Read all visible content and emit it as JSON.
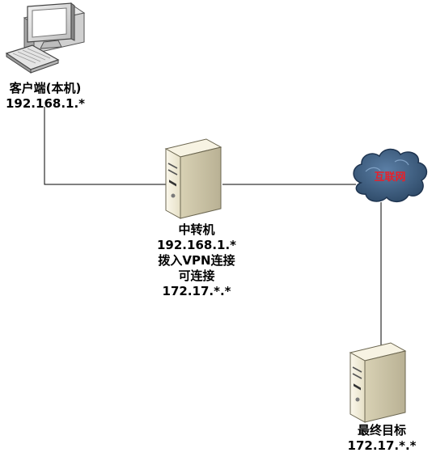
{
  "nodes": {
    "client": {
      "icon": "desktop-computer-icon",
      "lines": [
        "客户端(本机)",
        "192.168.1.*"
      ]
    },
    "relay": {
      "icon": "server-tower-icon",
      "lines": [
        "中转机",
        "192.168.1.*",
        "拨入VPN连接",
        "可连接",
        "172.17.*.*"
      ]
    },
    "internet": {
      "icon": "cloud-icon",
      "label": "互联网",
      "label_color": "#e8202a",
      "fill": "#3c5a7a"
    },
    "target": {
      "icon": "server-tower-icon",
      "lines": [
        "最终目标",
        "172.17.*.*"
      ]
    }
  },
  "colors": {
    "line": "#000000",
    "server_body": "#f3efdf",
    "server_shade": "#cfc9b0"
  }
}
